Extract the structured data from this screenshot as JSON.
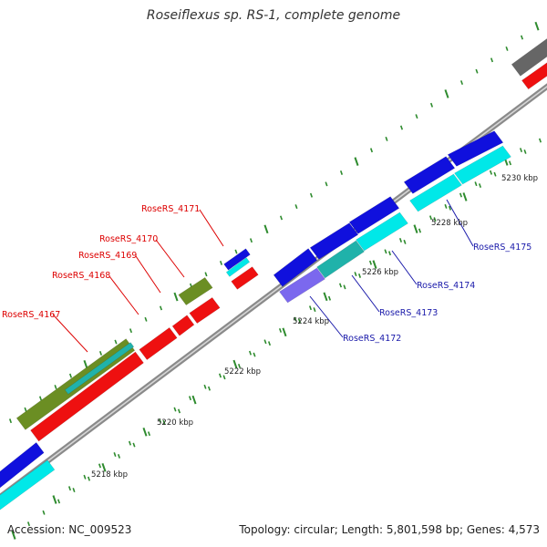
{
  "title": "Roseiflexus sp. RS-1, complete genome",
  "accession": "Accession: NC_009523",
  "topology": "Topology: circular; Length: 5,801,598 bp; Genes: 4,573",
  "colors": {
    "backbone": "#8a8a8a",
    "tick": "#2e8b2e",
    "label_red": "#dd0000",
    "label_blue": "#1a1aaa",
    "blue": "#1010dd",
    "cyan": "#00e8e8",
    "red": "#ee1010",
    "olive": "#6b8e23",
    "violet": "#7b68ee",
    "teal": "#20b2aa",
    "gray": "#666666"
  },
  "kbp_labels": [
    "5218 kbp",
    "5220 kbp",
    "5222 kbp",
    "5224 kbp",
    "5226 kbp",
    "5228 kbp",
    "5230 kbp"
  ],
  "gene_labels": {
    "red": [
      "RoseRS_4167",
      "RoseRS_4168",
      "RoseRS_4169",
      "RoseRS_4170",
      "RoseRS_4171"
    ],
    "blue": [
      "RoseRS_4172",
      "RoseRS_4173",
      "RoseRS_4174",
      "RoseRS_4175"
    ]
  }
}
